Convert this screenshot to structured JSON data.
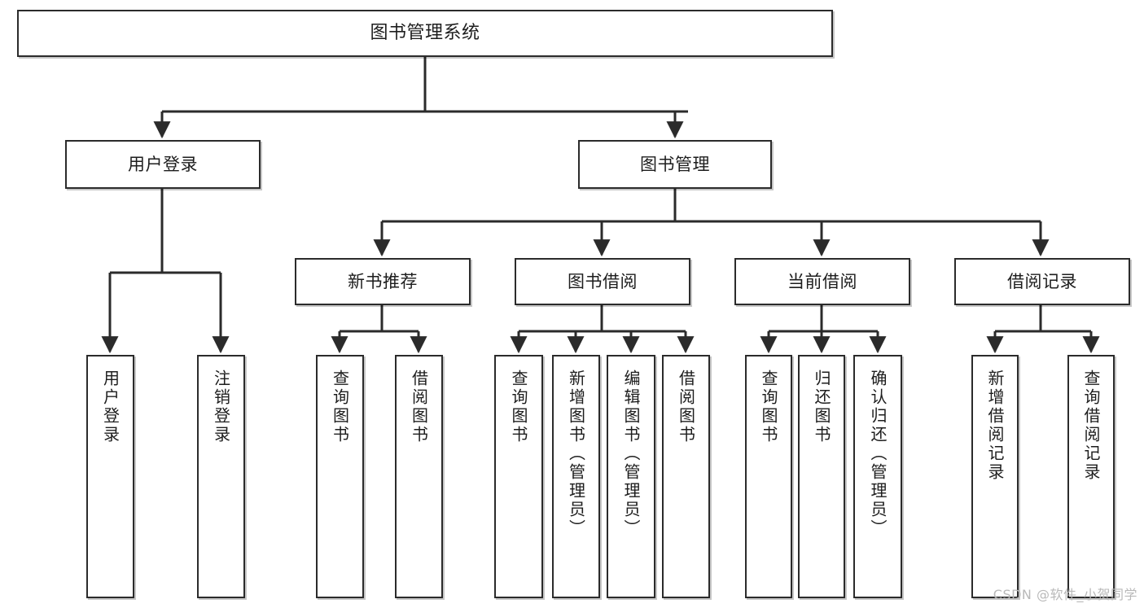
{
  "diagram": {
    "title": "图书管理系统",
    "type": "tree",
    "watermark": "CSDN @软件_小贺同学",
    "colors": {
      "stroke": "#2b2b2b",
      "fill": "#ffffff",
      "text": "#1d1d1d",
      "watermark": "#b9b9b9"
    },
    "nodes": {
      "root": {
        "label": "图书管理系统"
      },
      "level2": [
        {
          "label": "用户登录"
        },
        {
          "label": "图书管理"
        }
      ],
      "level3": [
        {
          "label": "新书推荐"
        },
        {
          "label": "图书借阅"
        },
        {
          "label": "当前借阅"
        },
        {
          "label": "借阅记录"
        }
      ],
      "leaves": {
        "user_login": [
          {
            "label": "用户登录"
          },
          {
            "label": "注销登录"
          }
        ],
        "new_book": [
          {
            "label": "查询图书"
          },
          {
            "label": "借阅图书"
          }
        ],
        "book_borrow": [
          {
            "label": "查询图书"
          },
          {
            "label": "新增图书（管理员）"
          },
          {
            "label": "编辑图书（管理员）"
          },
          {
            "label": "借阅图书"
          }
        ],
        "current_borrow": [
          {
            "label": "查询图书"
          },
          {
            "label": "归还图书"
          },
          {
            "label": "确认归还（管理员）"
          }
        ],
        "borrow_record": [
          {
            "label": "新增借阅记录"
          },
          {
            "label": "查询借阅记录"
          }
        ]
      }
    }
  }
}
